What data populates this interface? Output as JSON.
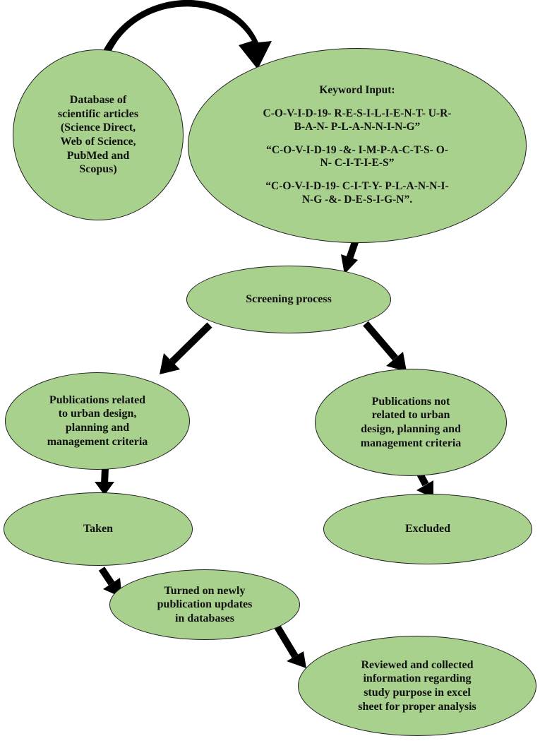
{
  "colors": {
    "node_fill": "#a9d18e",
    "node_stroke": "#1f1f1f",
    "arrow": "#000000",
    "text": "#111111"
  },
  "nodes": {
    "database": {
      "lines": [
        "Database of",
        "scientific articles",
        "(Science Direct,",
        "Web of Science,",
        "PubMed and",
        "Scopus)"
      ]
    },
    "keywords": {
      "title": "Keyword Input:",
      "items": [
        [
          "C-O-V-I-D-19- R-E-S-I-L-I-E-N-T- U-R-",
          "B-A-N- P-L-A-N-N-I-N-G”"
        ],
        [
          "“C-O-V-I-D-19 -&- I-M-P-A-C-T-S- O-",
          "N- C-I-T-I-E-S”"
        ],
        [
          "“C-O-V-I-D-19- C-I-T-Y- P-L-A-N-N-I-",
          "N-G -&- D-E-S-I-G-N”."
        ]
      ]
    },
    "screening": {
      "lines": [
        "Screening process"
      ]
    },
    "related": {
      "lines": [
        "Publications related",
        "to urban design,",
        "planning and",
        "management criteria"
      ]
    },
    "not_related": {
      "lines": [
        "Publications not",
        "related to urban",
        "design, planning and",
        "management criteria"
      ]
    },
    "taken": {
      "lines": [
        "Taken"
      ]
    },
    "excluded": {
      "lines": [
        "Excluded"
      ]
    },
    "updates": {
      "lines": [
        "Turned on newly",
        "publication updates",
        "in databases"
      ]
    },
    "reviewed": {
      "lines": [
        "Reviewed and collected",
        "information regarding",
        "study purpose in excel",
        "sheet for proper analysis"
      ]
    }
  }
}
